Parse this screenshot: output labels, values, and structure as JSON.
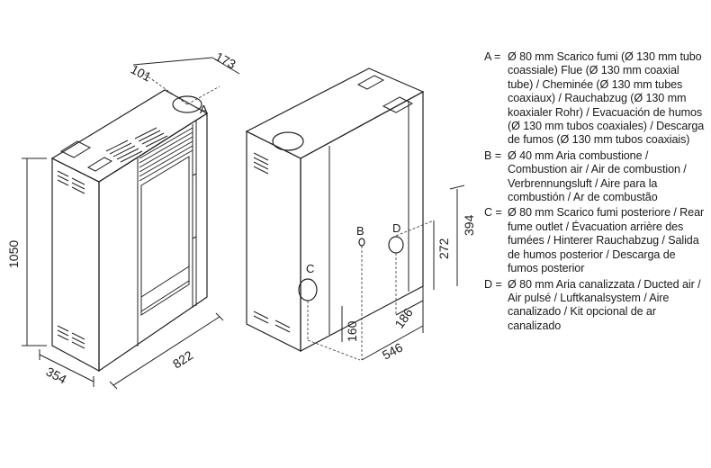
{
  "dimensions": {
    "d101": "101",
    "d173": "173",
    "d1050": "1050",
    "d354": "354",
    "d822": "822",
    "d394": "394",
    "d272": "272",
    "d186": "186",
    "d160": "160",
    "d546": "546"
  },
  "markers": {
    "A": "A",
    "B": "B",
    "C": "C",
    "D": "D"
  },
  "legend": [
    {
      "key": "A =",
      "text": "Ø 80 mm Scarico fumi (Ø 130 mm tubo coassiale) Flue (Ø 130 mm coaxial tube) / Cheminée (Ø 130 mm tubes coaxiaux) / Rauchabzug (Ø 130 mm koaxialer Rohr) / Evacuación de humos (Ø 130 mm tubos coaxiales) / Descarga de fumos (Ø 130 mm tubos coaxiais)"
    },
    {
      "key": "B =",
      "text": "Ø 40 mm Aria combustione / Combustion air / Air de combustion / Verbrennungsluft / Aire para la combustión / Ar de combustão"
    },
    {
      "key": "C =",
      "text": "Ø 80 mm Scarico fumi posteriore / Rear fume outlet / Évacuation arrière des fumées / Hinterer Rauchabzug / Salida de humos posterior / Descarga de fumos posterior"
    },
    {
      "key": "D =",
      "text": "Ø 80 mm Aria canalizzata / Ducted air / Air pulsé / Luftkanalsystem / Aire canalizado / Kit opcional de ar canalizado"
    }
  ]
}
